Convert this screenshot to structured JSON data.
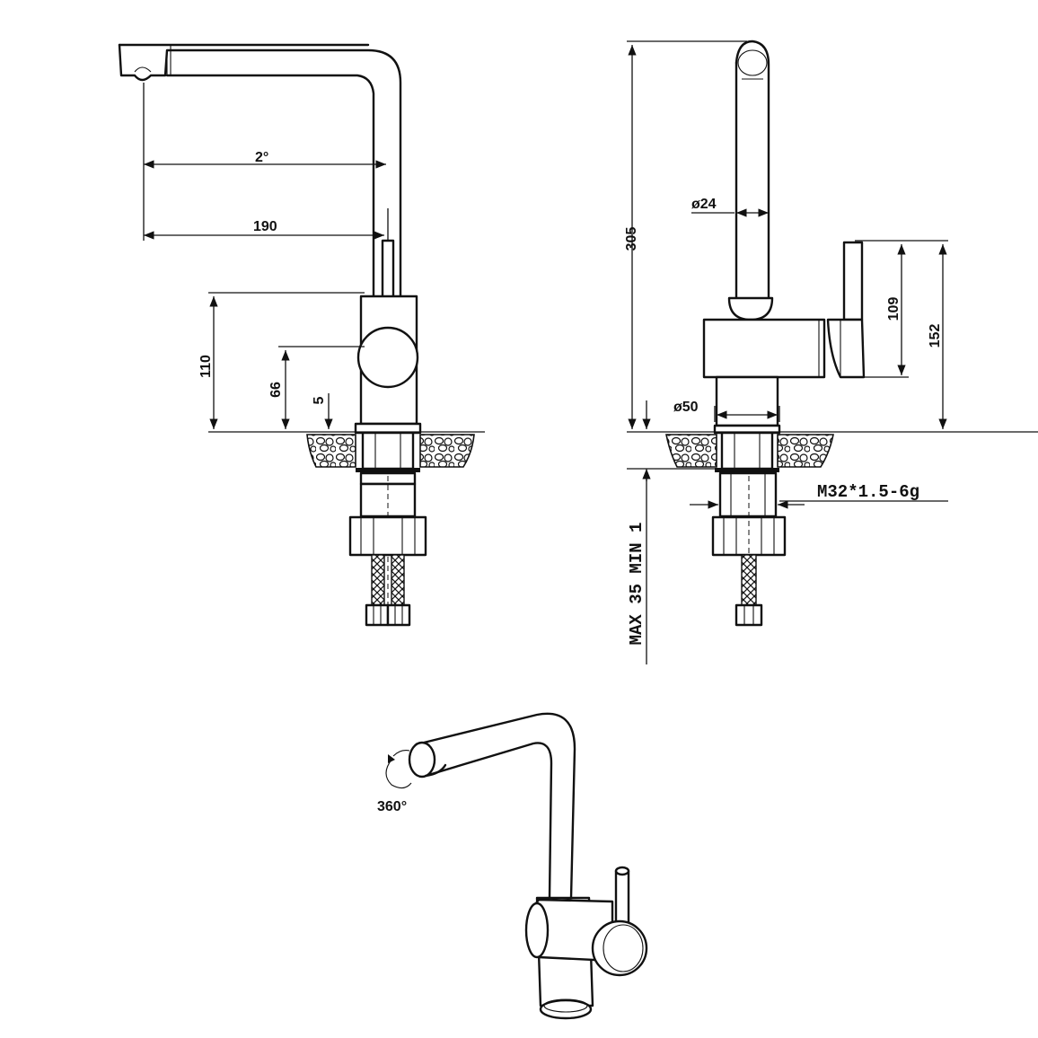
{
  "dimensions": {
    "reach_2": "2°",
    "reach_190": "190",
    "height_110": "110",
    "height_66": "66",
    "height_5": "5",
    "height_305": "305",
    "dia_24": "ø24",
    "height_109": "109",
    "height_152": "152",
    "dia_50": "ø50",
    "thread": "M32*1.5-6g",
    "deck_thickness": "MAX 35 MIN 1",
    "rotation": "360°"
  },
  "colors": {
    "line": "#111111",
    "background": "#ffffff"
  }
}
